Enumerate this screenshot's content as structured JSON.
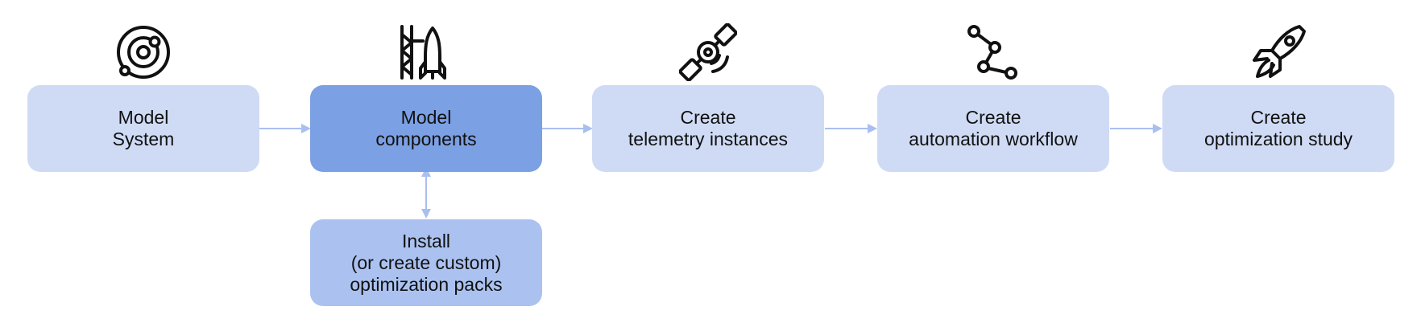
{
  "colors": {
    "box_light": "#cfdbf5",
    "box_active": "#7ba0e4",
    "box_secondary": "#abc2f0",
    "connector": "#a9bff0",
    "icon_stroke": "#111111",
    "text": "#111111"
  },
  "steps": [
    {
      "icon": "planet-orbit-icon",
      "lines": [
        "Model",
        "System"
      ],
      "state": "default"
    },
    {
      "icon": "rocket-launchpad-icon",
      "lines": [
        "Model",
        "components"
      ],
      "state": "active"
    },
    {
      "icon": "satellite-icon",
      "lines": [
        "Create",
        "telemetry instances"
      ],
      "state": "default"
    },
    {
      "icon": "workflow-nodes-icon",
      "lines": [
        "Create",
        "automation workflow"
      ],
      "state": "default"
    },
    {
      "icon": "rocket-icon",
      "lines": [
        "Create",
        "optimization study"
      ],
      "state": "default"
    }
  ],
  "side_step": {
    "lines": [
      "Install",
      "(or create custom)",
      "optimization packs"
    ],
    "connected_to": "Model components",
    "connection": "bidirectional"
  },
  "flow": "left-to-right"
}
